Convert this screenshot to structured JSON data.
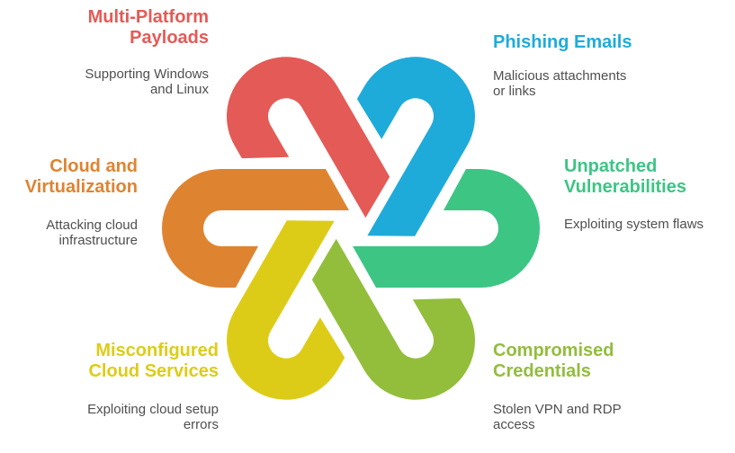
{
  "diagram": {
    "type": "hexagonal-knot",
    "items": [
      {
        "key": "multi-platform-payloads",
        "title": [
          "Multi-Platform",
          "Payloads"
        ],
        "description": [
          "Supporting Windows",
          "and Linux"
        ],
        "color": "#E45A56"
      },
      {
        "key": "phishing-emails",
        "title": [
          "Phishing Emails"
        ],
        "description": [
          "Malicious attachments",
          "or links"
        ],
        "color": "#1FABDA"
      },
      {
        "key": "unpatched-vulnerabilities",
        "title": [
          "Unpatched",
          "Vulnerabilities"
        ],
        "description": [
          "Exploiting system flaws"
        ],
        "color": "#3DC584"
      },
      {
        "key": "compromised-credentials",
        "title": [
          "Compromised",
          "Credentials"
        ],
        "description": [
          "Stolen VPN and RDP",
          "access"
        ],
        "color": "#92BE3B"
      },
      {
        "key": "misconfigured-cloud-services",
        "title": [
          "Misconfigured",
          "Cloud Services"
        ],
        "description": [
          "Exploiting cloud setup",
          "errors"
        ],
        "color": "#DDCC17"
      },
      {
        "key": "cloud-and-virtualization",
        "title": [
          "Cloud and",
          "Virtualization"
        ],
        "description": [
          "Attacking cloud",
          "infrastructure"
        ],
        "color": "#DE8431"
      }
    ],
    "description_text_color": "#4F4F4F"
  }
}
